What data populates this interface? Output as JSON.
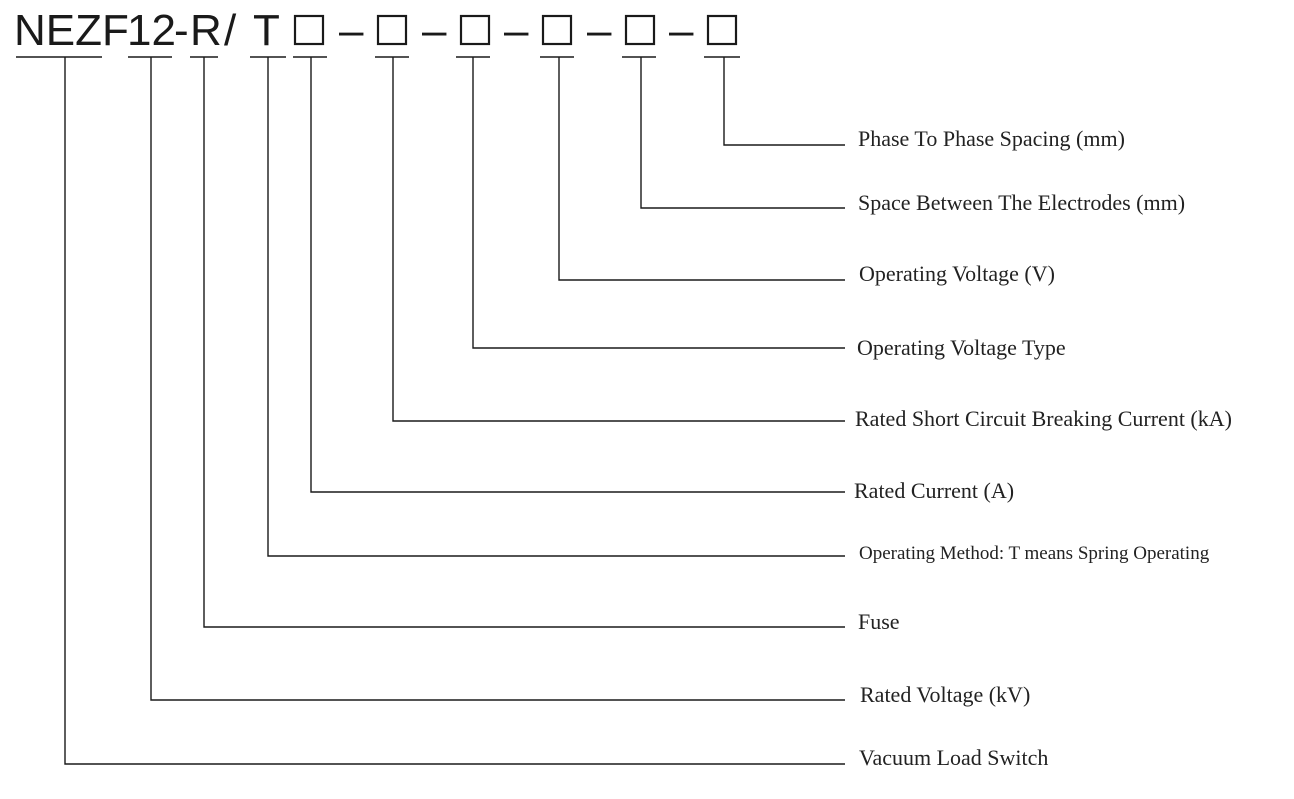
{
  "model_code": {
    "prefix": "NEZF",
    "voltage": "12",
    "sep1": "-",
    "fuse": "R",
    "slash": "/",
    "operating": "T",
    "dash": "–",
    "placeholder_count": 6
  },
  "labels": {
    "phase_spacing": "Phase To Phase Spacing (mm)",
    "electrode_space": "Space Between The Electrodes (mm)",
    "operating_voltage": "Operating Voltage (V)",
    "operating_voltage_type": "Operating Voltage Type",
    "short_circuit_current": "Rated Short Circuit Breaking Current (kA)",
    "rated_current": "Rated Current (A)",
    "operating_method": "Operating Method: T means Spring Operating",
    "fuse": "Fuse",
    "rated_voltage": "Rated Voltage (kV)",
    "vacuum_load_switch": "Vacuum Load Switch"
  },
  "colors": {
    "ink": "#1a1a1a",
    "label": "#222222",
    "background": "#ffffff"
  }
}
